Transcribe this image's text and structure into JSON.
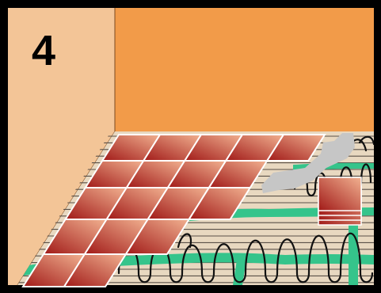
{
  "illustration": {
    "step_number": "4",
    "colors": {
      "frame": "#000000",
      "left_wall": "#f3c597",
      "back_wall": "#f29b49",
      "floor": "#e8d8c0",
      "floor_lines": "#5a5048",
      "heating_cable": "#111111",
      "adhesive_tape": "#35c48b",
      "grout_gray": "#c6c6c6",
      "tile_dark": "#a11a18",
      "tile_light": "#f2b190",
      "tile_grout": "#ffffff"
    },
    "tiling": {
      "laid_tile_rows": 5,
      "laid_tile_columns": 5,
      "spare_tiles_in_stack": 4
    },
    "icons": [
      "tile-stack-icon",
      "heating-cable-icon"
    ]
  }
}
